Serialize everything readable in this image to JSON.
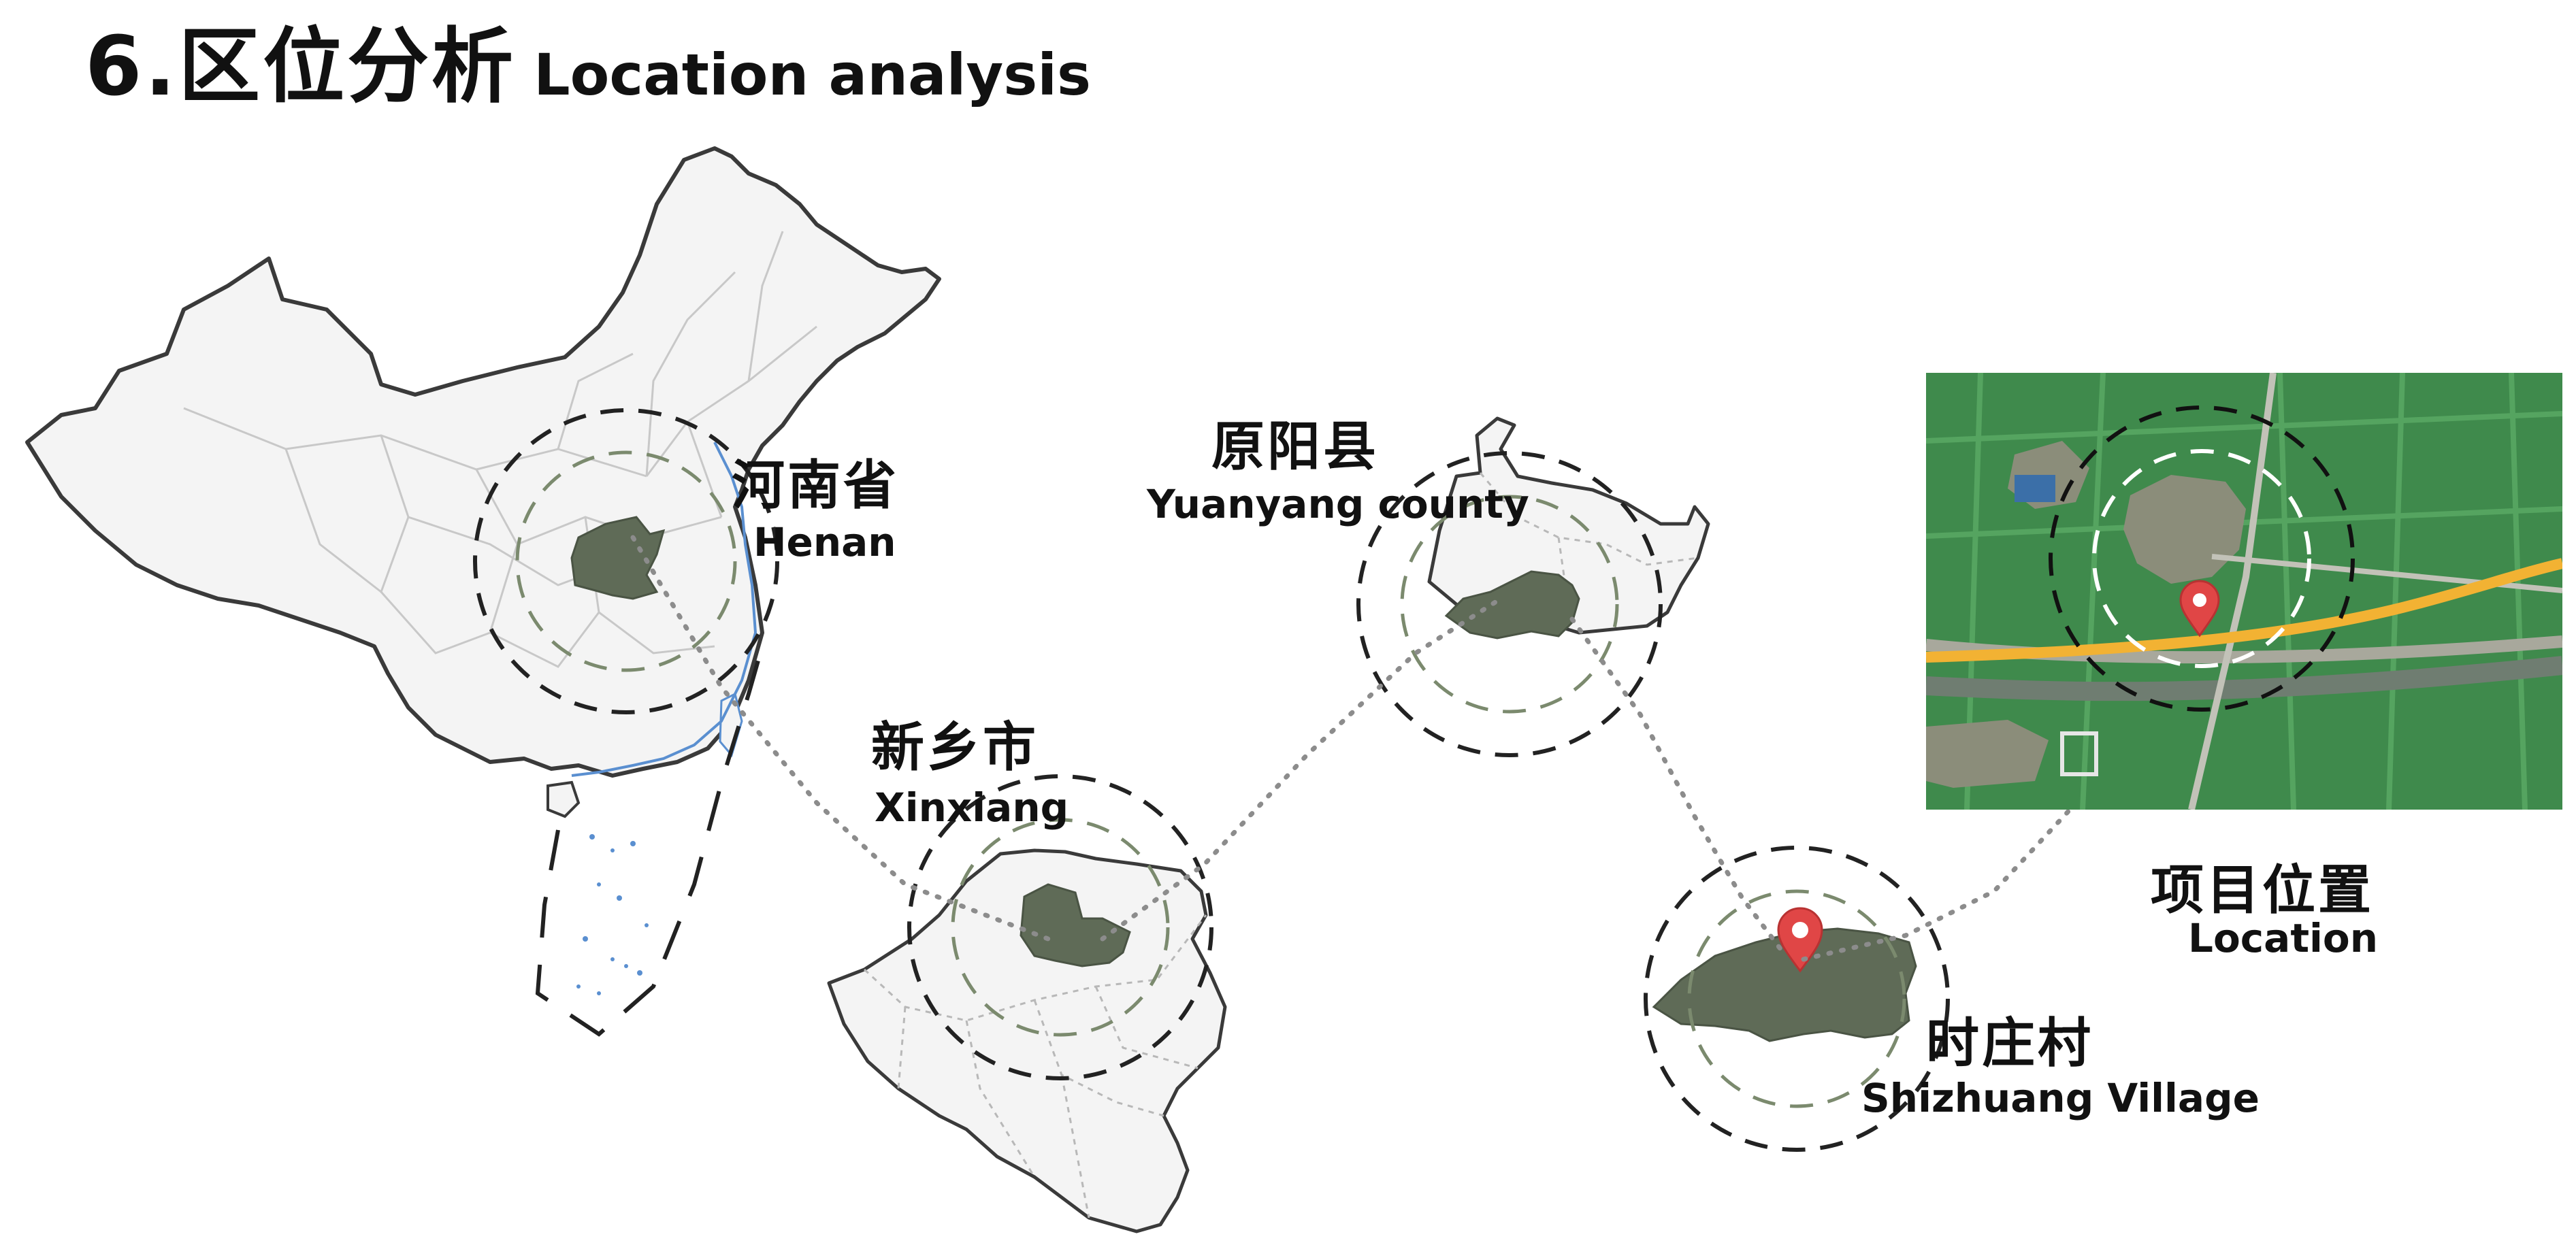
{
  "header": {
    "title_zh": "6.区位分析",
    "title_en": "Location analysis"
  },
  "labels": {
    "henan": {
      "zh": "河南省",
      "en": "Henan"
    },
    "xinxiang": {
      "zh": "新乡市",
      "en": "Xinxiang"
    },
    "yuanyang": {
      "zh": "原阳县",
      "en": "Yuanyang county"
    },
    "shizhuang": {
      "zh": "时庄村",
      "en": "Shizhuang Village"
    },
    "project": {
      "zh": "项目位置",
      "en": "Location"
    }
  },
  "colors": {
    "region_fill": "#5f6b57",
    "map_fill": "#f4f4f4",
    "map_stroke": "#3a3a3a",
    "dashed_ring": "#222222",
    "inner_ring": "#7b8a6e",
    "connector": "#8c8c8c",
    "pin": "#e04646",
    "field_green": "#3f8a4c",
    "road_yellow": "#f2b233"
  },
  "icons": {
    "pin": "map-pin-icon"
  }
}
